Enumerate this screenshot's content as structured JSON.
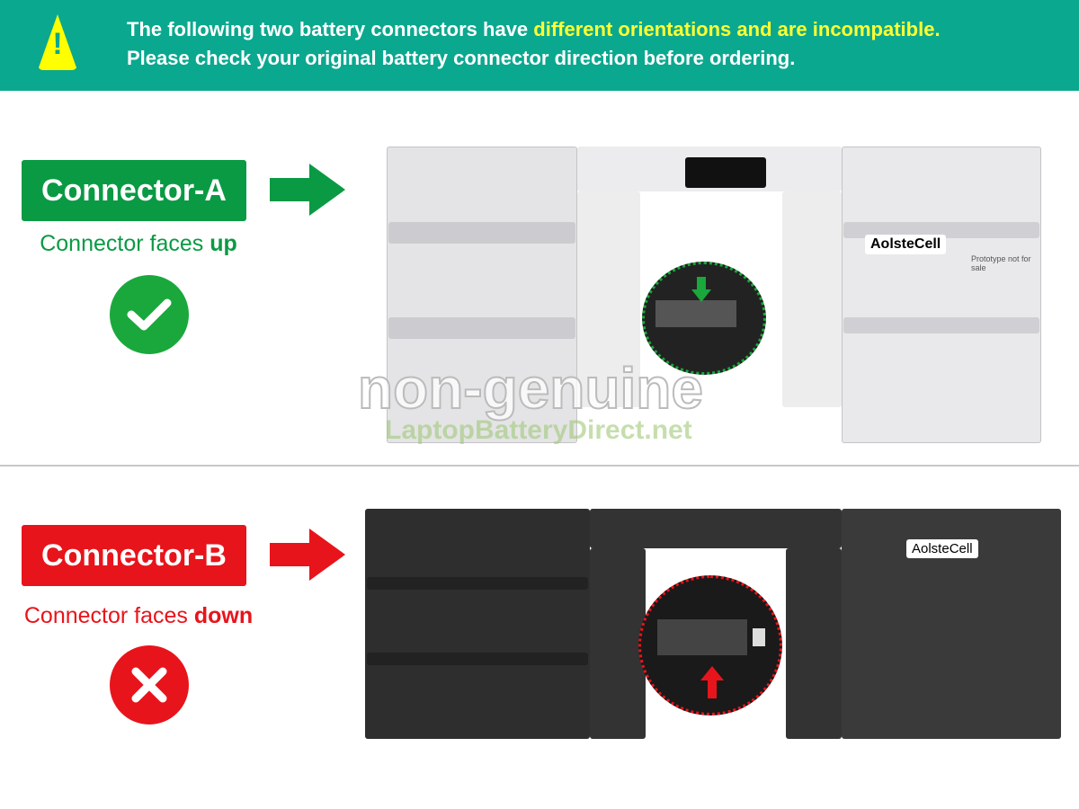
{
  "header": {
    "line1_prefix": "The following two battery connectors have ",
    "line1_highlight": "different orientations and are incompatible.",
    "line2": "Please check your original battery connector direction before ordering.",
    "icon": "warning-triangle-icon",
    "background": "#0aa88f",
    "highlight_color": "#ffff33"
  },
  "connector_a": {
    "title": "Connector-A",
    "caption_prefix": "Connector faces ",
    "caption_bold": "up",
    "status_icon": "checkmark-icon",
    "color": "#0a9a44",
    "battery_brand": "AolsteCell",
    "battery_note": "Prototype not for sale"
  },
  "connector_b": {
    "title": "Connector-B",
    "caption_prefix": "Connector faces ",
    "caption_bold": "down",
    "status_icon": "x-mark-icon",
    "color": "#e8141b",
    "battery_brand": "AolsteCell"
  },
  "watermark": {
    "line1": "non-genuine",
    "line2": "LaptopBatteryDirect.net"
  }
}
